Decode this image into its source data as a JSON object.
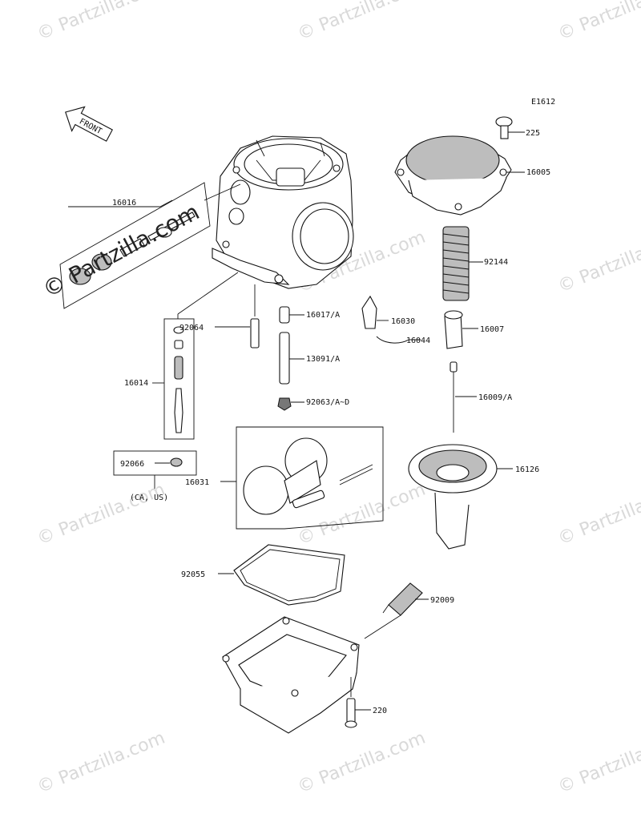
{
  "diagram_code": "E1612",
  "front_label": "FRONT",
  "watermark": "© Partzilla.com",
  "watermark_inline": "© Partzilla.com",
  "parts": {
    "p225": "225",
    "p16005": "16005",
    "p16016": "16016",
    "p92144": "92144",
    "p16017": "16017/A",
    "p16030": "16030",
    "p92064": "92064",
    "p16007": "16007",
    "p16044": "16044",
    "p13091": "13091/A",
    "p16014": "16014",
    "p16009": "16009/A",
    "p92063": "92063/A~D",
    "p92066": "92066",
    "p92066_note": "(CA, US)",
    "p16031": "16031",
    "p16126": "16126",
    "p92055": "92055",
    "p92009": "92009",
    "p220": "220"
  }
}
